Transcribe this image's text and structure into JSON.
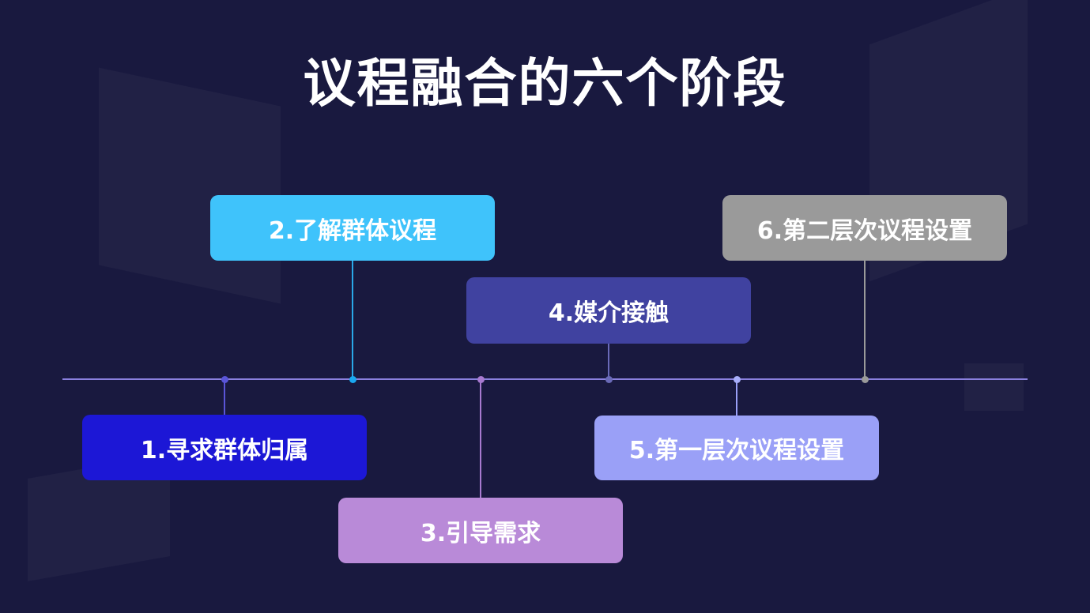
{
  "title": "议程融合的六个阶段",
  "stages": [
    {
      "label": "1.寻求群体归属",
      "color": "#1c17d6"
    },
    {
      "label": "2.了解群体议程",
      "color": "#3fc3fb"
    },
    {
      "label": "3.引导需求",
      "color": "#b98ad8"
    },
    {
      "label": "4.媒介接触",
      "color": "#4042a0"
    },
    {
      "label": "5.第一层次议程设置",
      "color": "#9aa0f7"
    },
    {
      "label": "6.第二层次议程设置",
      "color": "#9a9a9a"
    }
  ]
}
